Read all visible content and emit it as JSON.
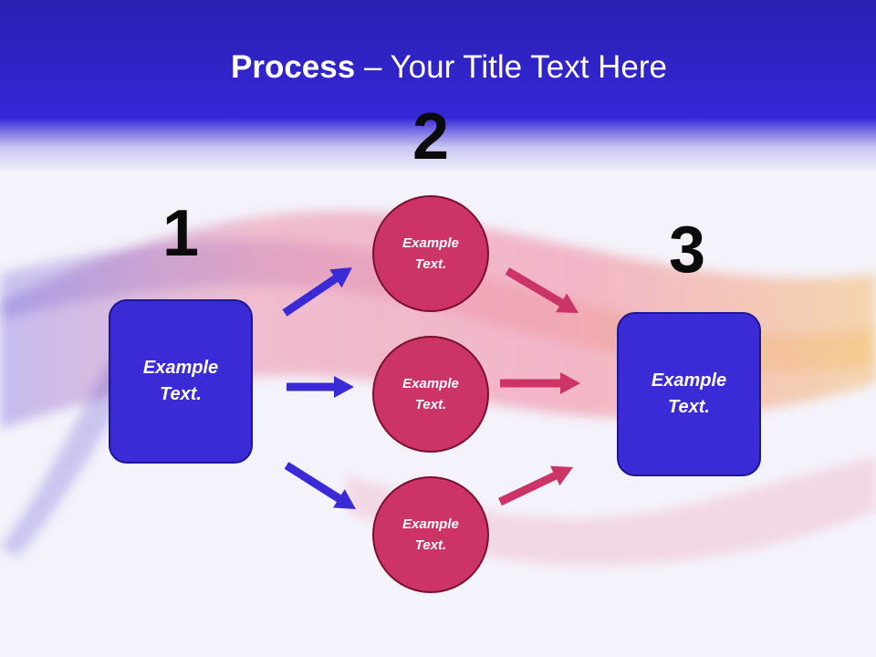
{
  "title": {
    "bold": "Process",
    "rest": " – Your Title Text Here"
  },
  "steps": [
    {
      "number": "1",
      "text": "Example Text."
    },
    {
      "number": "2",
      "items": [
        "Example Text.",
        "Example Text.",
        "Example Text."
      ]
    },
    {
      "number": "3",
      "text": "Example Text."
    }
  ],
  "colors": {
    "header": "#2a1fb8",
    "box": "#3a2bd6",
    "circle": "#cc3366",
    "arrow_blue": "#3a2bd6",
    "arrow_pink": "#cc3366"
  }
}
